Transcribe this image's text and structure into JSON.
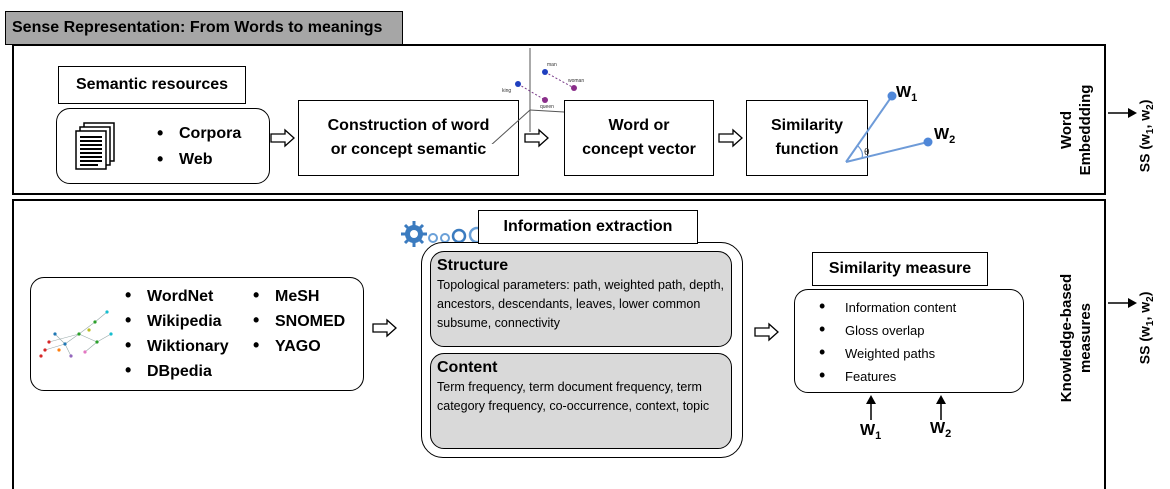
{
  "title_tab": "Sense Representation: From Words to meanings",
  "top": {
    "semantic_resources": "Semantic resources",
    "resources": [
      "Corpora",
      "Web"
    ],
    "construction_line1": "Construction of word",
    "construction_line2": "or concept semantic",
    "vector_line1": "Word or",
    "vector_line2": "concept vector",
    "similarity_line1": "Similarity",
    "similarity_line2": "function",
    "w1": "W",
    "w1_sub": "1",
    "w2": "W",
    "w2_sub": "2",
    "theta": "θ",
    "side_label_line1": "Word",
    "side_label_line2": "Embeddding",
    "ss_label": "SS (w",
    "ss_sub1": "1",
    "ss_mid": ", w",
    "ss_sub2": "2",
    "ss_end": ")",
    "plot_labels": [
      "man",
      "woman",
      "king",
      "queen"
    ]
  },
  "bottom": {
    "kb_col1": [
      "WordNet",
      "Wikipedia",
      "Wiktionary",
      "DBpedia"
    ],
    "kb_col2": [
      "MeSH",
      "SNOMED",
      "YAGO"
    ],
    "information_extraction": "Information extraction",
    "structure_title": "Structure",
    "structure_text": "Topological parameters: path, weighted path, depth, ancestors, descendants, leaves, lower common subsume, connectivity",
    "content_title": "Content",
    "content_text": "Term frequency, term document frequency, term category frequency, co-occurrence, context, topic",
    "similarity_measure": "Similarity measure",
    "measures": [
      "Information content",
      "Gloss overlap",
      "Weighted paths",
      "Features"
    ],
    "w1": "W",
    "w1_sub": "1",
    "w2": "W",
    "w2_sub": "2",
    "side_label_line1": "Knowledge-based",
    "side_label_line2": "measures",
    "ss_label": "SS (w",
    "ss_sub1": "1",
    "ss_mid": ", w",
    "ss_sub2": "2",
    "ss_end": ")"
  }
}
